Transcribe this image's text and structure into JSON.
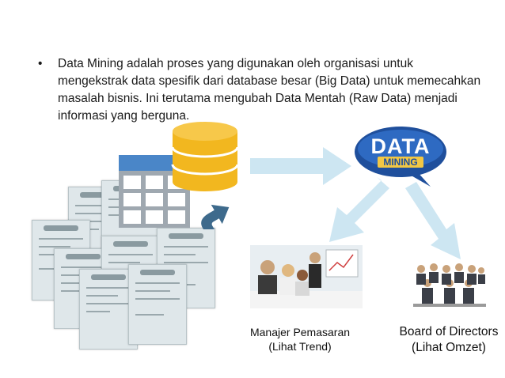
{
  "text": {
    "bullet_symbol": "•",
    "paragraph": "Data Mining adalah proses yang digunakan oleh organisasi untuk mengekstrak data spesifik dari database besar (Big Data)  untuk memecahkan masalah bisnis. Ini terutama mengubah Data Mentah (Raw Data)  menjadi informasi yang berguna."
  },
  "logo": {
    "line1": "DATA",
    "line2": "MINING"
  },
  "captions": {
    "marketing_title": "Manajer Pemasaran",
    "marketing_sub": "(Lihat Trend)",
    "board_title": "Board of Directors",
    "board_sub": "(Lihat Omzet)"
  },
  "colors": {
    "arrow": "#cde6f2",
    "database": "#f2b71f",
    "grid_header": "#4a86c8",
    "upload_arrow": "#3e6a8c",
    "logo_bg": "#1f4f9c"
  }
}
